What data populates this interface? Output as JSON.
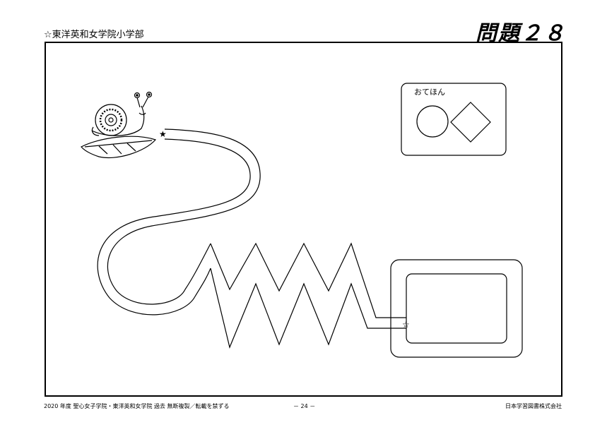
{
  "header": {
    "school": "☆東洋英和女学院小学部",
    "problem_title": "問題２８"
  },
  "sample_box": {
    "label": "おてほん"
  },
  "markers": {
    "start": "★",
    "goal": "☆"
  },
  "footer": {
    "left": "2020 年度  聖心女子学院・東洋英和女学院  過去  無断複製／転載を禁ずる",
    "page": "－ 24 －",
    "publisher": "日本学習図書株式会社"
  }
}
